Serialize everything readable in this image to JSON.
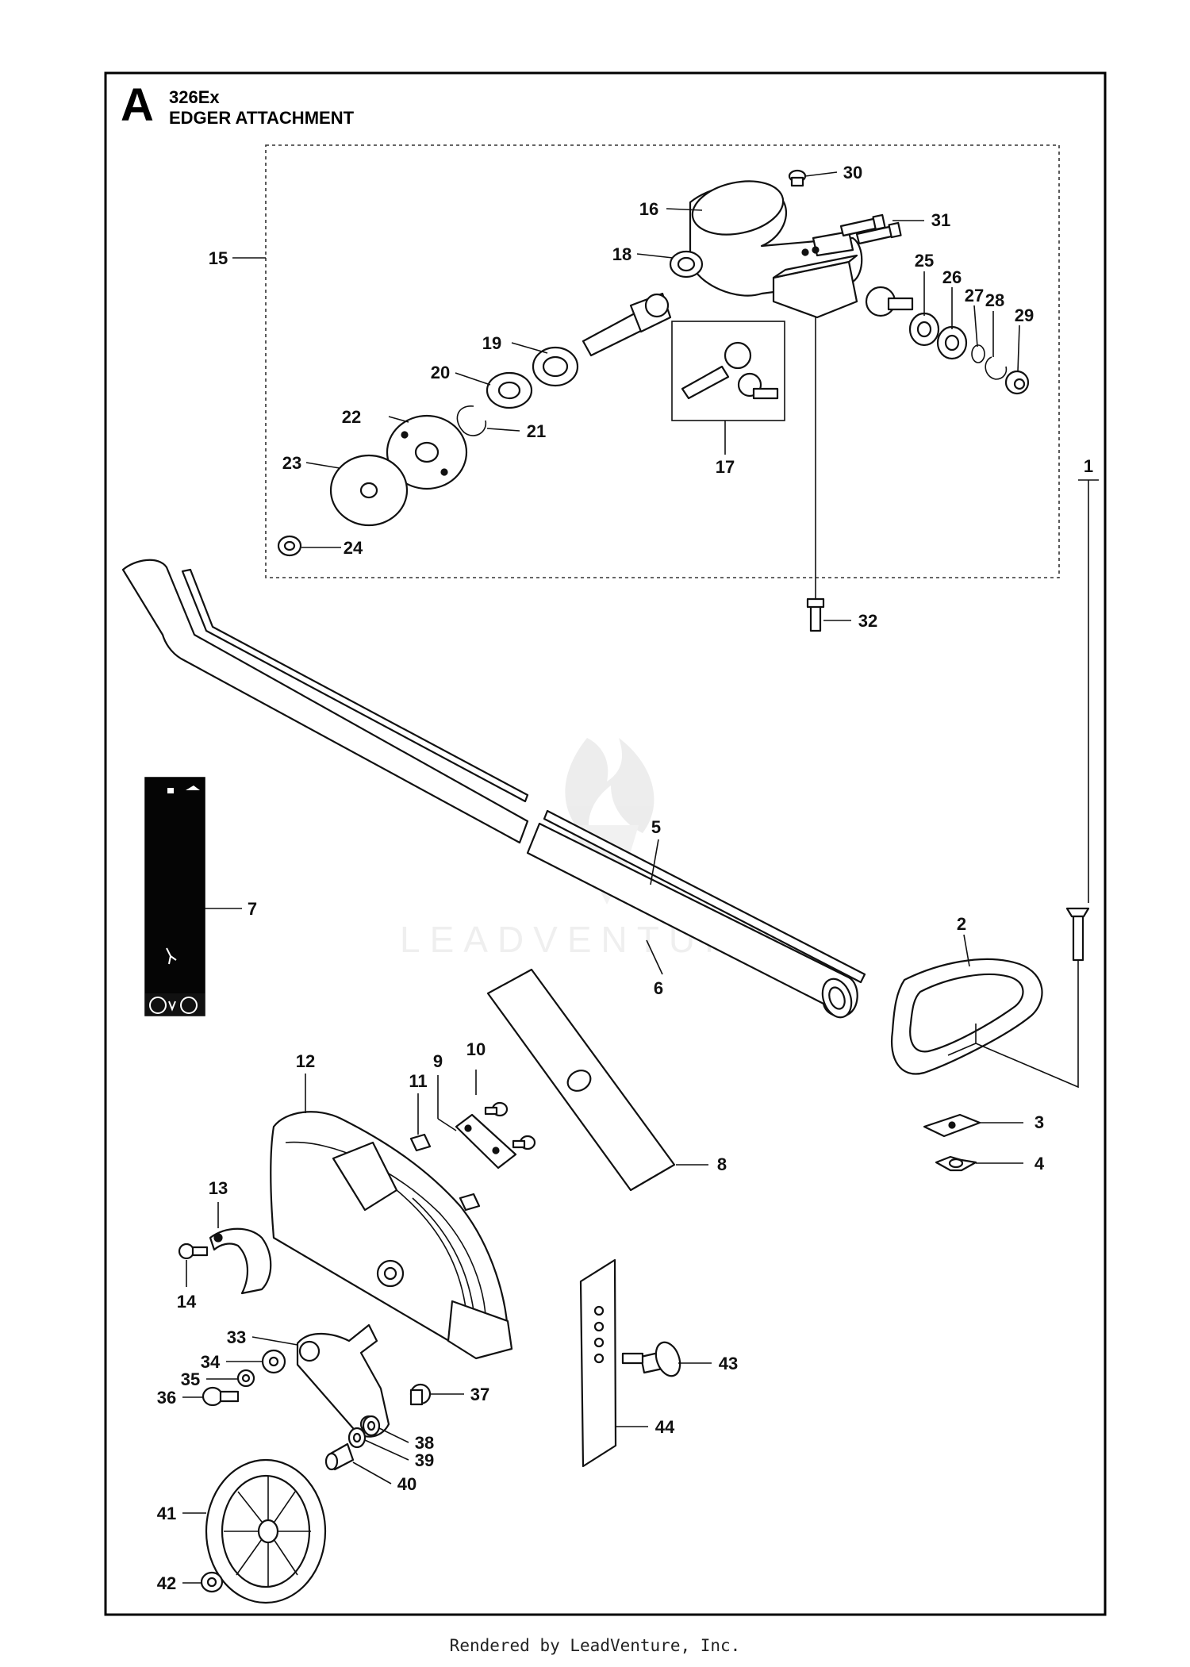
{
  "section": {
    "letter": "A",
    "model": "326Ex",
    "title": "EDGER ATTACHMENT"
  },
  "footer": "Rendered by LeadVenture, Inc.",
  "watermark": "LEADVENTURE",
  "decal_icons": [
    "manual-icon",
    "safety-icon",
    "operator-icon",
    "ear-protection-icon",
    "eye-protection-icon"
  ],
  "callouts": [
    {
      "id": "1",
      "label": "1"
    },
    {
      "id": "2",
      "label": "2"
    },
    {
      "id": "3",
      "label": "3"
    },
    {
      "id": "4",
      "label": "4"
    },
    {
      "id": "5",
      "label": "5"
    },
    {
      "id": "6",
      "label": "6"
    },
    {
      "id": "7",
      "label": "7"
    },
    {
      "id": "8",
      "label": "8"
    },
    {
      "id": "9",
      "label": "9"
    },
    {
      "id": "10",
      "label": "10"
    },
    {
      "id": "11",
      "label": "11"
    },
    {
      "id": "12",
      "label": "12"
    },
    {
      "id": "13",
      "label": "13"
    },
    {
      "id": "14",
      "label": "14"
    },
    {
      "id": "15",
      "label": "15"
    },
    {
      "id": "16",
      "label": "16"
    },
    {
      "id": "17",
      "label": "17"
    },
    {
      "id": "18",
      "label": "18"
    },
    {
      "id": "19",
      "label": "19"
    },
    {
      "id": "20",
      "label": "20"
    },
    {
      "id": "21",
      "label": "21"
    },
    {
      "id": "22",
      "label": "22"
    },
    {
      "id": "23",
      "label": "23"
    },
    {
      "id": "24",
      "label": "24"
    },
    {
      "id": "25",
      "label": "25"
    },
    {
      "id": "26",
      "label": "26"
    },
    {
      "id": "27",
      "label": "27"
    },
    {
      "id": "28",
      "label": "28"
    },
    {
      "id": "29",
      "label": "29"
    },
    {
      "id": "30",
      "label": "30"
    },
    {
      "id": "31",
      "label": "31"
    },
    {
      "id": "32",
      "label": "32"
    },
    {
      "id": "33",
      "label": "33"
    },
    {
      "id": "34",
      "label": "34"
    },
    {
      "id": "35",
      "label": "35"
    },
    {
      "id": "36",
      "label": "36"
    },
    {
      "id": "37",
      "label": "37"
    },
    {
      "id": "38",
      "label": "38"
    },
    {
      "id": "39",
      "label": "39"
    },
    {
      "id": "40",
      "label": "40"
    },
    {
      "id": "41",
      "label": "41"
    },
    {
      "id": "42",
      "label": "42"
    },
    {
      "id": "43",
      "label": "43"
    },
    {
      "id": "44",
      "label": "44"
    }
  ]
}
